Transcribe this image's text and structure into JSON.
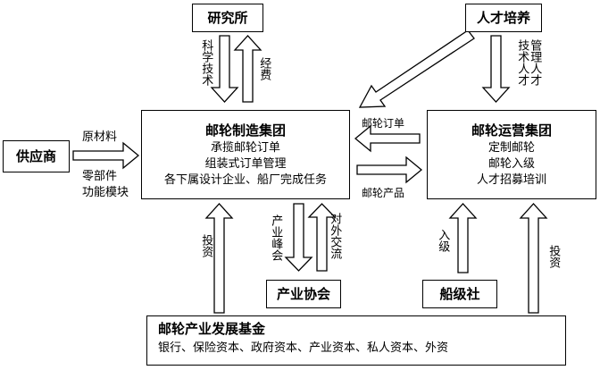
{
  "nodes": {
    "research_institute": "研究所",
    "talent_training": "人才培养",
    "supplier": "供应商",
    "manufacturing_group": {
      "title": "邮轮制造集团",
      "lines": [
        "承揽邮轮订单",
        "组装式订单管理",
        "各下属设计企业、船厂完成任务"
      ]
    },
    "operation_group": {
      "title": "邮轮运营集团",
      "lines": [
        "定制邮轮",
        "邮轮入级",
        "人才招募培训"
      ]
    },
    "industry_association": "产业协会",
    "classification_society": "船级社",
    "development_fund": {
      "title": "邮轮产业发展基金",
      "line": "银行、保险资本、政府资本、产业资本、私人资本、外资"
    }
  },
  "edges": {
    "science_tech": "科学技术",
    "funding": "经费",
    "management_talent": "管理人才",
    "technical_talent": "技术人才",
    "raw_materials": "原材料",
    "components": "零部件",
    "function_modules": "功能模块",
    "cruise_order": "邮轮订单",
    "cruise_product": "邮轮产品",
    "industry_summit": "产业峰会",
    "external_exchange": "对外交流",
    "investment_left": "投资",
    "classification": "入级",
    "investment_right": "投资"
  }
}
